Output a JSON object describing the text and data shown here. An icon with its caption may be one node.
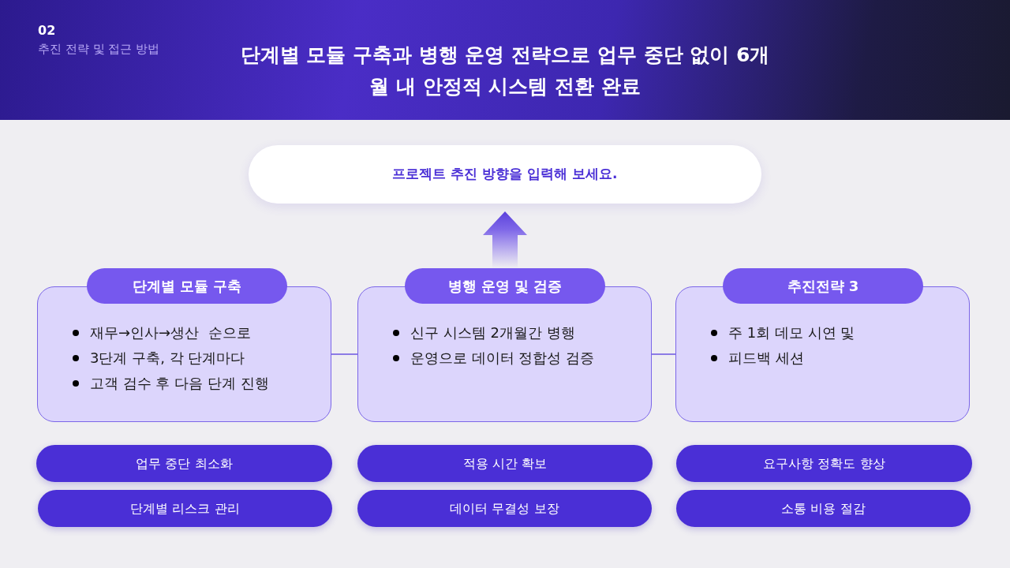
{
  "diagram": {
    "title": "단계별 모듈 구축과 병행 운영 전략으로 업무 중단 없이 6개월 내 안정적 시스템 전환 완료",
    "nodes": [
      {
        "text": [
          "프로젝트 추진 방향을 입력해 보세요."
        ]
      },
      {
        "text": [
          "단계별 모듈 구축"
        ]
      },
      {
        "text": [
          "재무→인사→생산  순으로",
          "3단계 구축, 각 단계마다",
          "고객 검수 후 다음 단계 진행"
        ]
      },
      {
        "text": [
          "병행 운영 및 검증"
        ]
      },
      {
        "text": [
          "신구 시스템 2개월간 병행",
          "운영으로 데이터 정합성 검증"
        ]
      },
      {
        "text": [
          "추진전략 3"
        ]
      },
      {
        "text": [
          "주 1회 데모 시연 및",
          "피드백 세션"
        ]
      },
      {
        "text": [
          "업무 중단 최소화"
        ]
      },
      {
        "text": [
          "단계별 리스크 관리"
        ]
      },
      {
        "text": [
          "적용 시간 확보"
        ]
      },
      {
        "text": [
          "데이터 무결성 보장"
        ]
      },
      {
        "text": [
          "요구사항 정확도 향상"
        ]
      },
      {
        "text": [
          "소통 비용 절감"
        ]
      }
    ],
    "edges": [
      {
        "from": 3,
        "to": 0,
        "arrow": "to",
        "style": "thick"
      },
      {
        "from": 2,
        "to": 4,
        "arrow": "none"
      },
      {
        "from": 4,
        "to": 6,
        "arrow": "none"
      }
    ],
    "labels": [
      "02",
      "추진 전략 및 접근 방법"
    ]
  }
}
